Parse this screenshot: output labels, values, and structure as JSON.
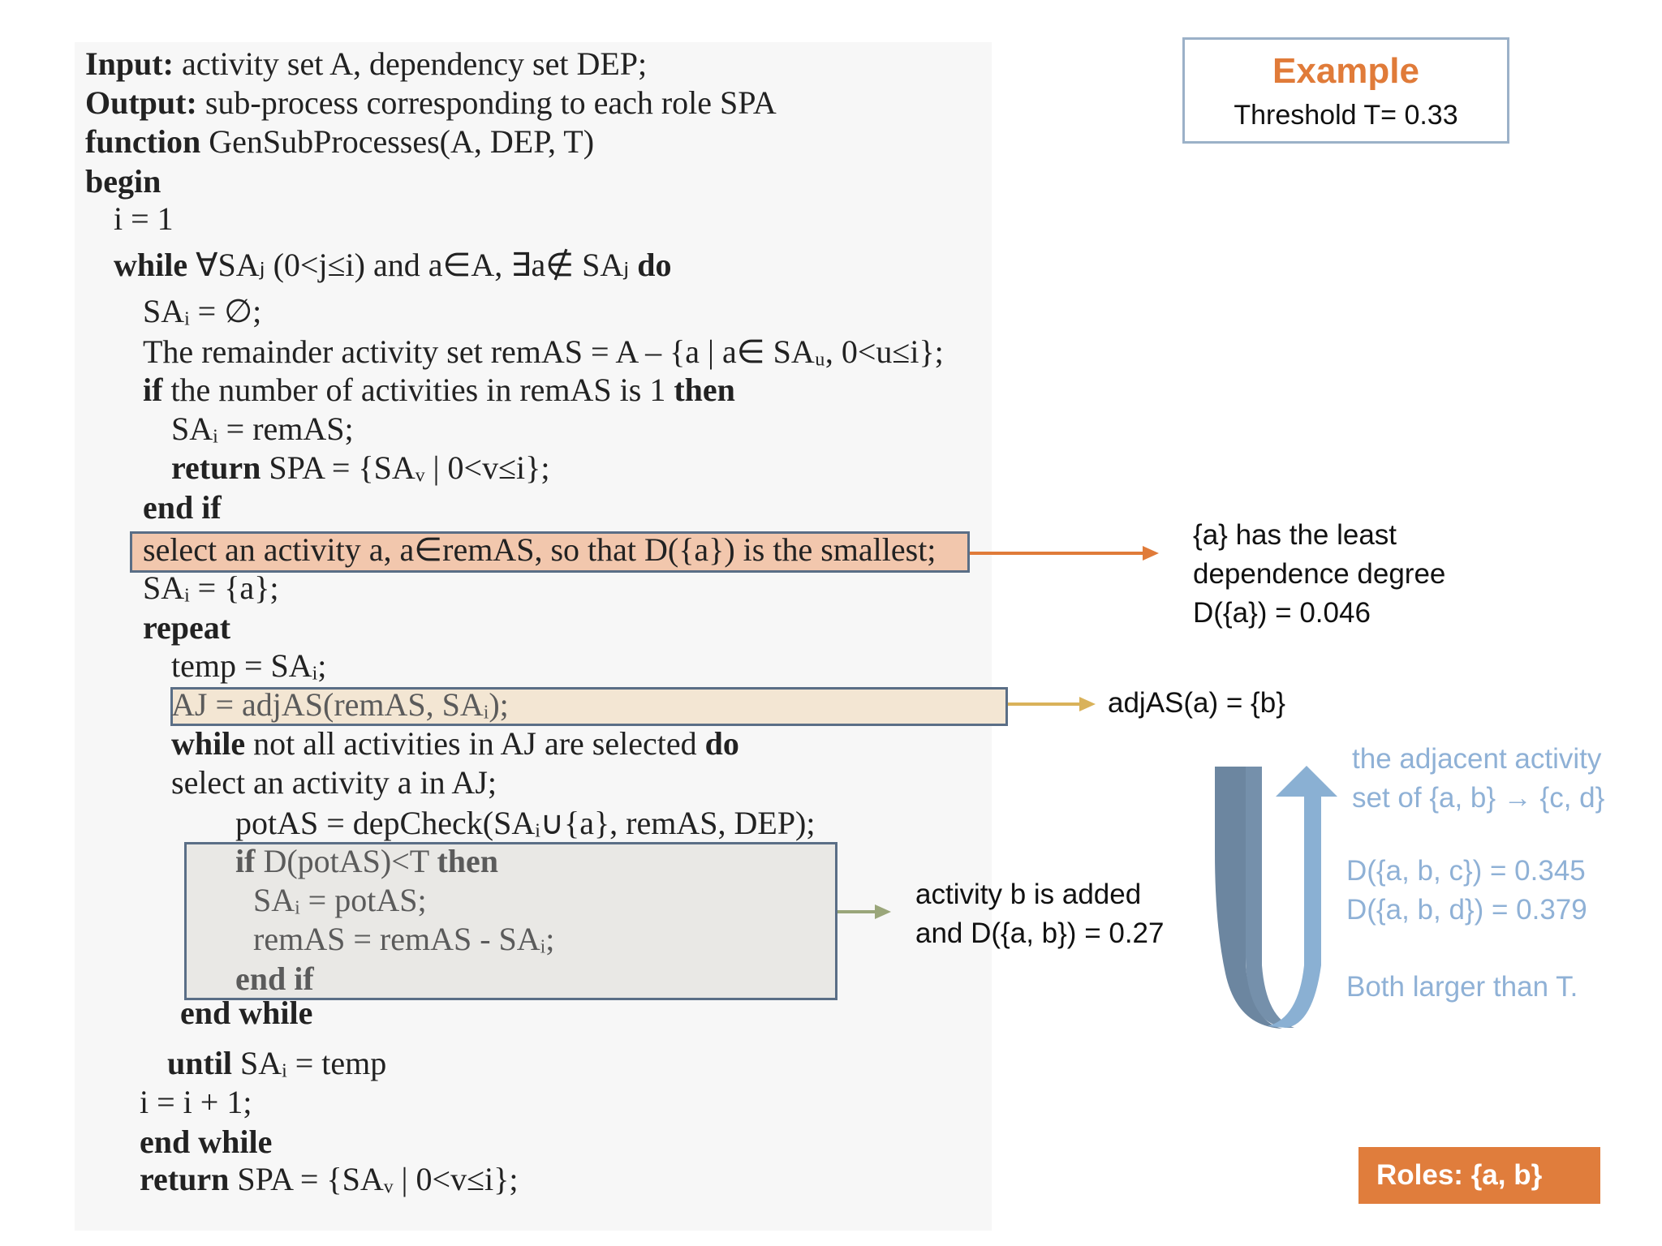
{
  "algorithm": {
    "input_kw": "Input:",
    "input_text": " activity set A, dependency set DEP;",
    "output_kw": "Output:",
    "output_text": " sub-process corresponding to each role SPA",
    "function_kw": "function",
    "function_text": " GenSubProcesses(A, DEP, T)",
    "begin": "begin",
    "init_i": "i = 1",
    "while_kw": "while",
    "while_text": " ∀SAⱼ (0<j≤i) and a∈A, ∃a∉ SAⱼ ",
    "do_kw": "do",
    "sai_empty": "SAᵢ = ∅;",
    "remainder": "The remainder activity set remAS = A – {a | a∈ SAᵤ, 0<u≤i};",
    "if_kw": "if",
    "if_text": " the number of activities in remAS is 1 ",
    "then_kw": "then",
    "sai_remas": "SAᵢ = remAS;",
    "return_kw": "return",
    "return_text": " SPA = {SAᵥ | 0<v≤i};",
    "end_if": "end if",
    "select_line": "select an activity a, a∈remAS, so that D({a}) is the smallest;",
    "sai_a": "SAᵢ = {a};",
    "repeat": "repeat",
    "temp_line": "temp = SAᵢ;",
    "aj_line": "AJ = adjAS(remAS, SAᵢ);",
    "while2_kw": "while",
    "while2_text": " not all activities in AJ are selected ",
    "do2_kw": "do",
    "select_aj": "select an activity a in AJ;",
    "potas_line": "potAS = depCheck(SAᵢ∪{a}, remAS, DEP);",
    "if2_kw": "if",
    "if2_text": " D(potAS)<T ",
    "then2_kw": "then",
    "sai_potas": "SAᵢ = potAS;",
    "remas_update": "remAS = remAS - SAᵢ;",
    "end_if2": "end if",
    "end_while_inner": "end while",
    "until_kw": "until",
    "until_text": " SAᵢ = temp",
    "increment": "i = i + 1;",
    "end_while": "end while",
    "return2_kw": "return",
    "return2_text": " SPA = {SAᵥ | 0<v≤i};"
  },
  "example": {
    "title": "Example",
    "threshold": "Threshold T= 0.33"
  },
  "notes": {
    "least_1": "{a} has the least",
    "least_2": "dependence degree",
    "least_3": "D({a}) = 0.046",
    "adj": "adjAS(a) = {b}",
    "added_1": "activity b is added",
    "added_2": "and D({a, b}) = 0.27",
    "adjacent_1": "the adjacent activity",
    "adjacent_2": "set of {a, b} → {c, d}",
    "dabc": "D({a, b, c}) = 0.345",
    "dabd": "D({a, b, d}) = 0.379",
    "both": "Both larger than T."
  },
  "roles": "Roles: {a, b}",
  "colors": {
    "orange": "#e07b39",
    "gold": "#d9b25a",
    "olive": "#9aa67a",
    "light_blue": "#8fb1d6",
    "dark_blue": "#6e88a3"
  }
}
